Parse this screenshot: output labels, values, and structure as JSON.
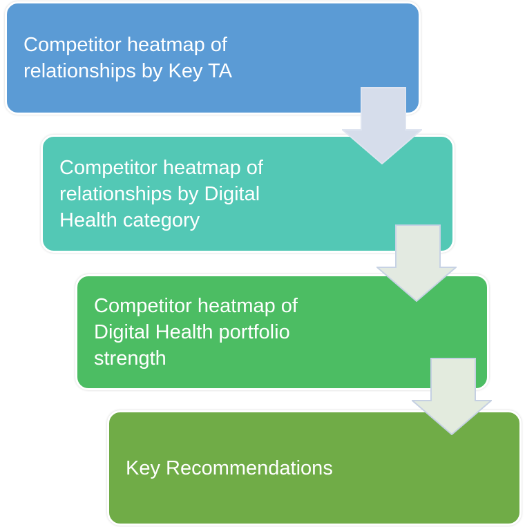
{
  "diagram": {
    "background_color": "#FFFFFF",
    "text_color": "#FFFFFF",
    "steps": [
      {
        "label": "Competitor heatmap of relationships by Key TA",
        "lines": [
          "Competitor heatmap of",
          "relationships by Key TA"
        ],
        "color": "#5B9BD5",
        "arrow": {
          "fill": "#D6DDEB",
          "stroke": "#DEE4F0"
        }
      },
      {
        "label": "Competitor heatmap of relationships by Digital Health category",
        "lines": [
          "Competitor heatmap of",
          "relationships by Digital",
          "Health category"
        ],
        "color": "#53C8B5",
        "arrow": {
          "fill": "#E3EAE1",
          "stroke": "#C7D2E4"
        }
      },
      {
        "label": "Competitor heatmap of Digital Health portfolio strength",
        "lines": [
          "Competitor heatmap of",
          "Digital Health portfolio",
          "strength"
        ],
        "color": "#4CBD63",
        "arrow": {
          "fill": "#E3EBDE",
          "stroke": "#C5D0E2"
        }
      },
      {
        "label": "Key Recommendations",
        "lines": [
          "Key Recommendations"
        ],
        "color": "#70AC47"
      }
    ]
  }
}
